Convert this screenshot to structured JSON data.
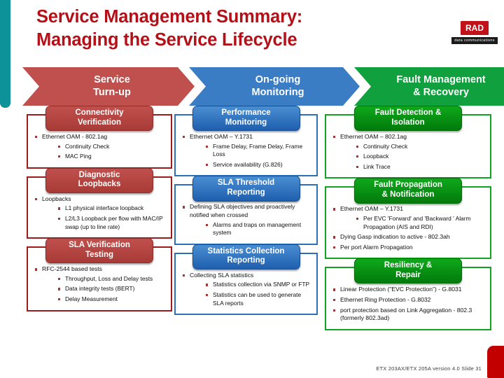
{
  "title": {
    "line1": "Service Management Summary:",
    "line2": "Managing the Service Lifecycle",
    "color": "#b51017"
  },
  "logo": {
    "mark": "RAD",
    "subtitle": "data communications",
    "mark_color": "#c1121a"
  },
  "chevrons": [
    {
      "label_line1": "Service",
      "label_line2": "Turn-up",
      "color": "#c0504d"
    },
    {
      "label_line1": "On-going",
      "label_line2": "Monitoring",
      "color": "#3b7dc4"
    },
    {
      "label_line1": "Fault Management",
      "label_line2": "& Recovery",
      "color": "#10a13e"
    }
  ],
  "columns": [
    {
      "accent": "#9e1b1b",
      "cards": [
        {
          "head_line1": "Connectivity",
          "head_line2": "Verification",
          "bullets": [
            {
              "text": "Ethernet OAM - 802.1ag",
              "sub": [
                "Continuity Check",
                "MAC Ping"
              ]
            }
          ]
        },
        {
          "head_line1": "Diagnostic",
          "head_line2": "Loopbacks",
          "bullets": [
            {
              "text": "Loopbacks",
              "sub": [
                "L1 physical interface loopback",
                "L2/L3 Loopback per flow with MAC/IP swap (up to line rate)"
              ]
            }
          ]
        },
        {
          "head_line1": "SLA Verification",
          "head_line2": "Testing",
          "bullets": [
            {
              "text": "RFC-2544 based tests",
              "sub": [
                "Throughput, Loss and Delay tests",
                "Data integrity tests (BERT)",
                "Delay Measurement"
              ]
            }
          ]
        }
      ]
    },
    {
      "accent": "#2e6fba",
      "cards": [
        {
          "head_line1": "Performance",
          "head_line2": "Monitoring",
          "bullets": [
            {
              "text": "Ethernet OAM – Y.1731",
              "sub": [
                "Frame Delay, Frame Delay, Frame Loss",
                "Service availability (G.826)"
              ]
            }
          ]
        },
        {
          "head_line1": "SLA Threshold",
          "head_line2": "Reporting",
          "bullets": [
            {
              "text": "Defining SLA objectives and proactively notified when crossed",
              "sub": [
                "Alarms and traps on management system"
              ]
            }
          ]
        },
        {
          "head_line1": "Statistics Collection",
          "head_line2": "Reporting",
          "bullets": [
            {
              "text": "Collecting SLA statistics",
              "sub": [
                "Statistics collection via SNMP or FTP",
                "Statistics can be used to generate SLA reports"
              ]
            }
          ]
        }
      ]
    },
    {
      "accent": "#12a321",
      "cards": [
        {
          "head_line1": "Fault Detection &",
          "head_line2": "Isolation",
          "bullets": [
            {
              "text": "Ethernet OAM – 802.1ag",
              "sub": [
                "Continuity Check",
                "Loopback",
                "Link Trace"
              ]
            }
          ]
        },
        {
          "head_line1": "Fault Propagation",
          "head_line2": "& Notification",
          "bullets": [
            {
              "text": "Ethernet OAM – Y.1731",
              "sub": [
                "Per EVC 'Forward' and 'Backward ' Alarm Propagation  (AIS and RDI)"
              ]
            },
            {
              "text": "Dying Gasp indication to active - 802.3ah",
              "sub": []
            },
            {
              "text": "Per port  Alarm Propagation",
              "sub": []
            }
          ]
        },
        {
          "head_line1": "Resiliency &",
          "head_line2": "Repair",
          "bullets": [
            {
              "text": "Linear Protection (\"EVC Protection”)  - G.8031",
              "sub": []
            },
            {
              "text": "Ethernet Ring Protection - G.8032",
              "sub": []
            },
            {
              "text": "port protection based on Link Aggregation - 802.3 (formerly 802.3ad)",
              "sub": []
            }
          ]
        }
      ]
    }
  ],
  "footer": {
    "text": "ETX 203AX/ETX 205A version 4.0  Slide 31"
  },
  "decor": {
    "left_bar_color": "#0c9298",
    "corner_block_color": "#c20000"
  }
}
